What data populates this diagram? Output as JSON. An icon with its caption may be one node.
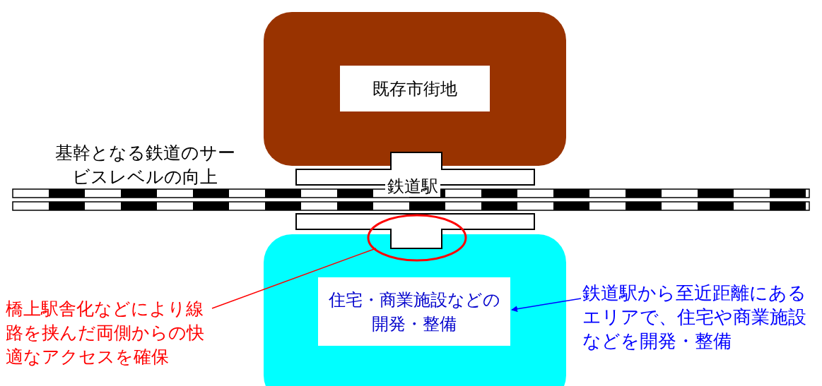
{
  "diagram": {
    "nodes": [
      {
        "text": [
          "既存市街地"
        ]
      },
      {
        "text": [
          "鉄道駅"
        ]
      },
      {
        "text": [
          "住宅・商業施設などの開発・整備"
        ]
      },
      {
        "text": [],
        "shape": "circle"
      },
      {
        "text": [
          "橋上駅舎化などにより線路を挟んだ両側からの快適なアクセスを確保"
        ]
      },
      {
        "text": [
          "鉄道駅から至近距離にあるエリアで、住宅や商業施設などを開発・整備"
        ]
      }
    ],
    "edges": [
      {
        "from": 4,
        "to": 3,
        "arrow": "none",
        "color": "#ff0000"
      },
      {
        "from": 5,
        "to": 2,
        "arrow": "to",
        "color": "#0000ff"
      }
    ],
    "labels": [
      "基幹となる鉄道のサービスレベルの向上"
    ]
  }
}
